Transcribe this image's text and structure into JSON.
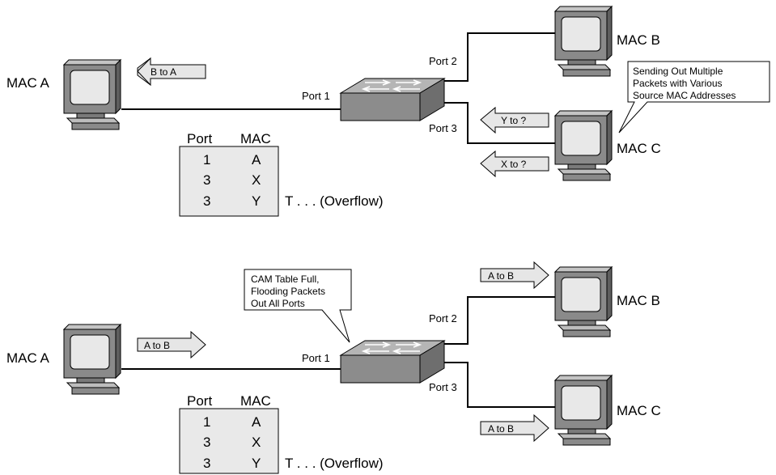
{
  "top": {
    "host_a": "MAC A",
    "host_b": "MAC B",
    "host_c": "MAC C",
    "port1": "Port 1",
    "port2": "Port 2",
    "port3": "Port 3",
    "arrow_b_to_a": "B to A",
    "arrow_y": "Y to ?",
    "arrow_x": "X to ?",
    "callout": [
      "Sending Out Multiple",
      "Packets with Various",
      "Source MAC Addresses"
    ],
    "table": {
      "headers": [
        "Port",
        "MAC"
      ],
      "rows": [
        [
          "1",
          "A"
        ],
        [
          "3",
          "X"
        ],
        [
          "3",
          "Y"
        ]
      ],
      "overflow": "T . . . (Overflow)"
    }
  },
  "bottom": {
    "host_a": "MAC A",
    "host_b": "MAC B",
    "host_c": "MAC C",
    "port1": "Port 1",
    "port2": "Port 2",
    "port3": "Port 3",
    "arrow_a_in": "A to B",
    "arrow_b_out": "A to B",
    "arrow_c_out": "A to B",
    "callout": [
      "CAM Table Full,",
      "Flooding Packets",
      "Out All Ports"
    ],
    "table": {
      "headers": [
        "Port",
        "MAC"
      ],
      "rows": [
        [
          "1",
          "A"
        ],
        [
          "3",
          "X"
        ],
        [
          "3",
          "Y"
        ]
      ],
      "overflow": "T . . . (Overflow)"
    }
  },
  "colors": {
    "arrow_fill": "#e6e6e6",
    "table_fill": "#e9e9e9",
    "screen": "#e8e8e8",
    "monitor": "#8a8a8a",
    "switch": "#8c8c8c"
  }
}
